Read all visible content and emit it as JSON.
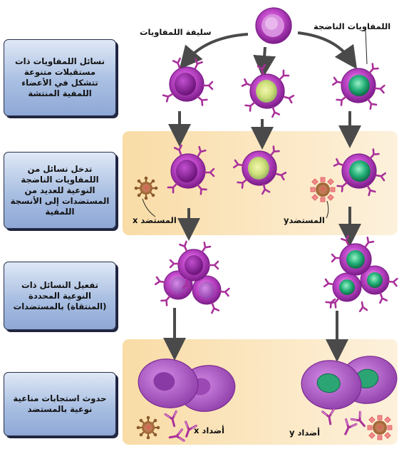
{
  "labels": {
    "progenitor": "سليفة اللمفاويات",
    "mature": "اللمفاويات الناضجة",
    "antigen_x": "المستضد x",
    "antigen_y": "المستضدy",
    "antibodies_x": "أضداد x",
    "antibodies_y": "أضداد y"
  },
  "steps": [
    "نسائل اللمفاويات ذات مستقبلات متنوعة تتشكل في الأعضاء اللمفية المنتشة",
    "تدخل نسائل من اللمفاويات الناضجة النوعية للعديد من المستضدات إلى الأنسجة اللمفية",
    "تفعيل النسائل ذات النوعية المحددة (المنتقاة) بالمستضدات",
    "حدوث استجابات مناعية نوعية بالمستضد"
  ],
  "colors": {
    "purple_cell": "#b23bc0",
    "yellow_cell": "#d9e37a",
    "green_cell": "#26b27a",
    "receptor": "#a9309a",
    "panel": "#fbe7c2",
    "box_blue": "#a9bfe2",
    "antigen": "#8a5a2a",
    "antigen_red": "#e06060"
  }
}
